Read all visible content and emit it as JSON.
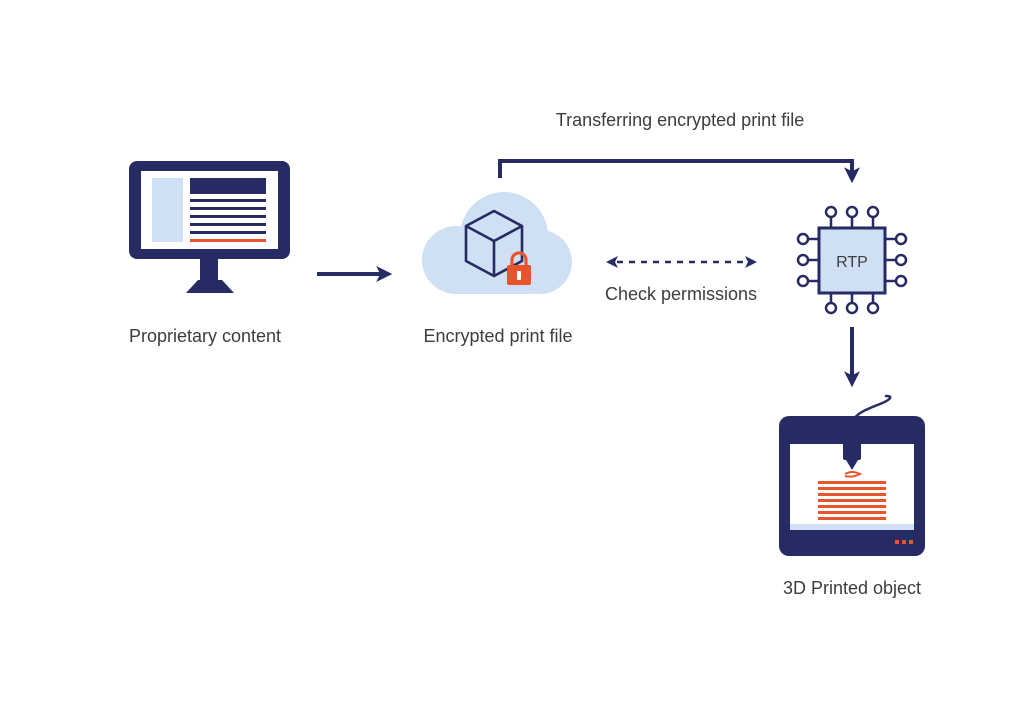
{
  "labels": {
    "proprietary": "Proprietary content",
    "encrypted": "Encrypted print file",
    "transfer": "Transferring encrypted print file",
    "check": "Check permissions",
    "chip": "RTP",
    "printed": "3D Printed object"
  },
  "icons": {
    "monitor": "monitor-icon",
    "cloud": "cloud-icon",
    "cube": "cube-icon",
    "lock": "lock-icon",
    "chip": "chip-icon",
    "printer": "3d-printer-icon"
  },
  "colors": {
    "navy": "#262b63",
    "orange": "#e8552c",
    "light_blue": "#cfe0f4",
    "text": "#3d3d3d"
  }
}
